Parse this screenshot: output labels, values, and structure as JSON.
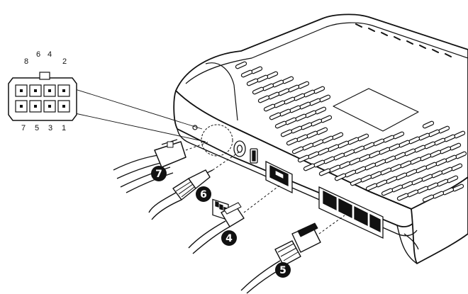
{
  "connector_pinout": {
    "top_row_labels": [
      {
        "id": "pin-8",
        "text": "8"
      },
      {
        "id": "pin-6",
        "text": "6"
      },
      {
        "id": "pin-4",
        "text": "4"
      },
      {
        "id": "pin-2",
        "text": "2"
      }
    ],
    "bottom_row_labels": [
      {
        "id": "pin-7",
        "text": "7"
      },
      {
        "id": "pin-5",
        "text": "5"
      },
      {
        "id": "pin-3",
        "text": "3"
      },
      {
        "id": "pin-1",
        "text": "1"
      }
    ]
  },
  "callouts": [
    {
      "id": "callout-7",
      "text": "7"
    },
    {
      "id": "callout-6",
      "text": "6"
    },
    {
      "id": "callout-4",
      "text": "4"
    },
    {
      "id": "callout-5",
      "text": "5"
    }
  ],
  "colors": {
    "line": "#111111",
    "device_fill": "#ffffff",
    "callout_fill": "#111111",
    "callout_text": "#ffffff"
  }
}
